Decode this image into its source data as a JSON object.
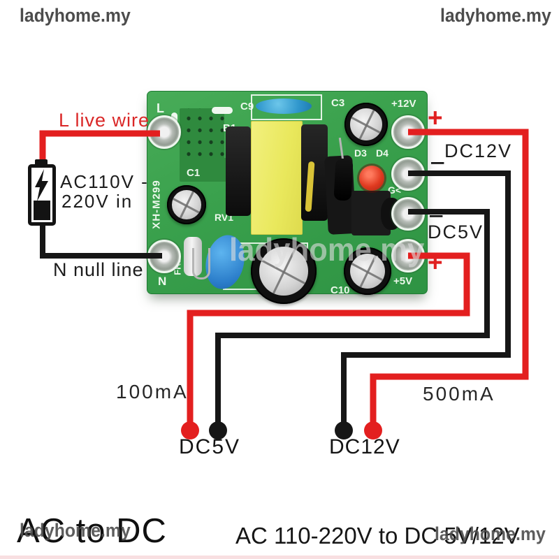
{
  "watermark": {
    "text": "ladyhome.my"
  },
  "board": {
    "silkscreen": {
      "l_pin": "L",
      "c9": "C9",
      "b1": "B1",
      "c3": "C3",
      "v12": "+12V",
      "d3": "D3",
      "d4": "D4",
      "g": "G<",
      "c1": "C1",
      "model": "XH-M299",
      "rv1": "RV1",
      "n_pin": "N",
      "fr1": "FR1",
      "c10": "C10",
      "v5": "+5V"
    }
  },
  "labels": {
    "live": "L live wire",
    "ac_line1": "AC110V -",
    "ac_line2": "220V in",
    "null_line": "N null line",
    "dc12_right": "DC12V",
    "dc5_right": "DC5V",
    "ma_100": "100mA",
    "ma_500": "500mA",
    "dc5_bottom": "DC5V",
    "dc12_bottom": "DC12V",
    "plus": "+",
    "minus": "−"
  },
  "footer": {
    "headline": "AC to DC",
    "subline": "AC 110-220V to DC 5V/12V"
  },
  "colors": {
    "wire_red": "#e31f1f",
    "wire_black": "#161616",
    "label_red": "#da2727",
    "board_green": "#39a04c"
  }
}
